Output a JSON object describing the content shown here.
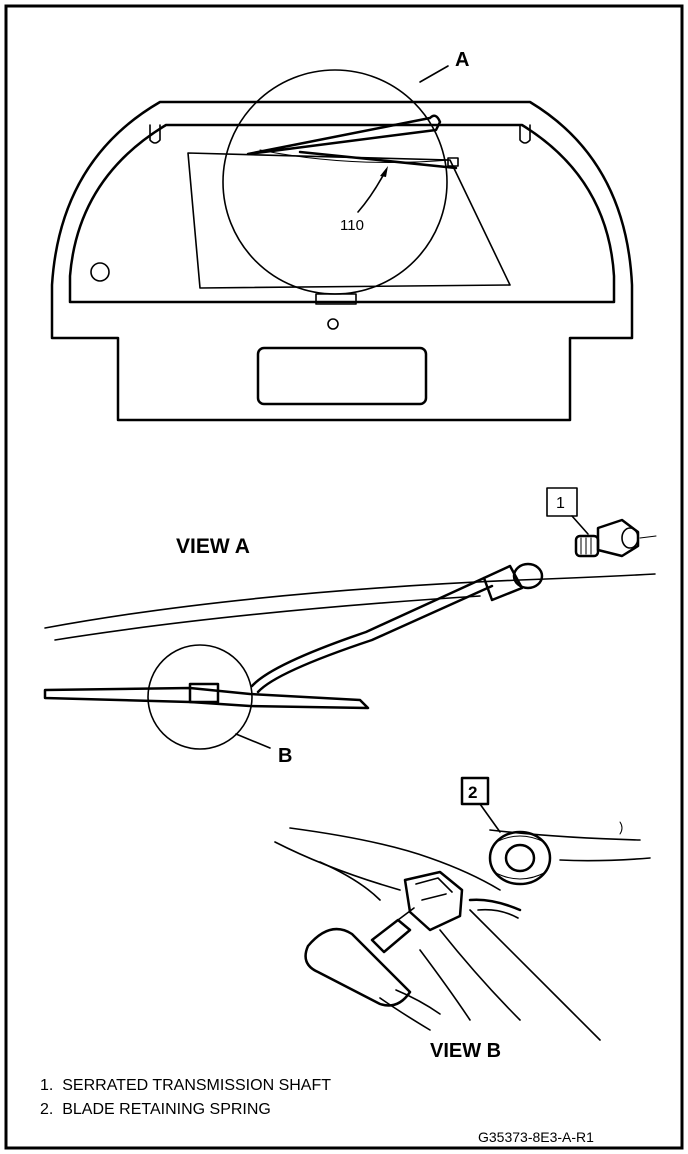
{
  "figure": {
    "callouts": {
      "detail_a": "A",
      "part_110": "110",
      "detail_b": "B",
      "item_1": "1",
      "item_2": "2"
    },
    "view_a_title": "VIEW A",
    "view_b_title": "VIEW B",
    "legend": [
      "1.  SERRATED TRANSMISSION SHAFT",
      "2.  BLADE RETAINING SPRING"
    ],
    "figure_id": "G35373-8E3-A-R1"
  }
}
